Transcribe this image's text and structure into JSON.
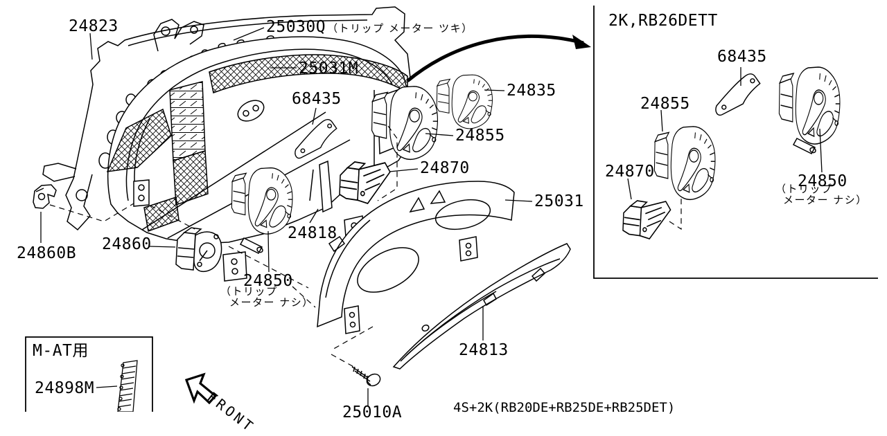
{
  "diagram": {
    "title_context": "instrument cluster parts diagram",
    "labels": {
      "p24823": {
        "number": "24823"
      },
      "p25030q": {
        "number": "25030Q",
        "note": "（トリップ メーター ツキ）"
      },
      "p25031m": {
        "number": "25031M"
      },
      "p68435_main": {
        "number": "68435"
      },
      "p24835": {
        "number": "24835"
      },
      "p24855_main": {
        "number": "24855"
      },
      "p24870_main": {
        "number": "24870"
      },
      "p25031": {
        "number": "25031"
      },
      "p24818": {
        "number": "24818"
      },
      "p24850_main": {
        "number": "24850",
        "note_line1": "（トリップ",
        "note_line2": "メーター ナシ）"
      },
      "p24860": {
        "number": "24860"
      },
      "p24860b": {
        "number": "24860B"
      },
      "p24813": {
        "number": "24813"
      },
      "p25010a": {
        "number": "25010A"
      },
      "p24898m": {
        "number": "24898M"
      }
    },
    "inset_mat": {
      "title": "M-AT用"
    },
    "inset_rb26": {
      "title": "2K,RB26DETT",
      "p68435": {
        "number": "68435"
      },
      "p24855": {
        "number": "24855"
      },
      "p24870": {
        "number": "24870"
      },
      "p24850": {
        "number": "24850",
        "note_line1": "（トリップ",
        "note_line2": "メーター ナシ）"
      }
    },
    "front_label": "FRONT",
    "engine_note": "4S+2K(RB20DE+RB25DE+RB25DET)",
    "colors": {
      "line": "#000000",
      "background": "#ffffff"
    }
  }
}
